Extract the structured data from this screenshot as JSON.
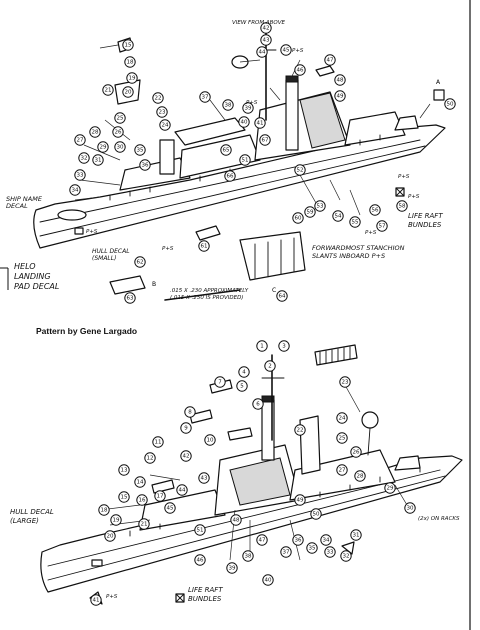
{
  "top_labels": {
    "view_from_above": "VIEW FROM ABOVE",
    "ps_near_view": "P+S",
    "ps_near_mast": "P+S",
    "ship_name_decal": "SHIP NAME DECAL",
    "hull_decal_small": "HULL DECAL (SMALL)",
    "helo_pad_decal": "HELO LANDING PAD DECAL",
    "ps_stern": "P+S",
    "ps_boat": "P+S",
    "strip_dims": ".015 X .230 APPROXIMATELY (.015 X .250 IS PROVIDED)",
    "stanchion_note": "FORWARDMOST STANCHION SLANTS INBOARD P+S",
    "life_raft_bundles": "LIFE RAFT BUNDLES",
    "ps_right_1": "P+S",
    "ps_right_2": "P+S",
    "ps_right_3": "P+S",
    "letter_a": "A",
    "letter_b": "B",
    "letter_c": "C"
  },
  "caption": "Pattern by Gene Largado",
  "bottom_labels": {
    "hull_decal_large": "HULL DECAL (LARGE)",
    "ps_bottom": "P+S",
    "life_raft_bundles": "LIFE RAFT BUNDLES",
    "on_racks": "(2x) ON RACKS"
  },
  "top_callouts": [
    "15",
    "18",
    "19",
    "20",
    "21",
    "22",
    "23",
    "24",
    "25",
    "26",
    "27",
    "28",
    "29",
    "30",
    "31",
    "32",
    "33",
    "34",
    "35",
    "36",
    "37",
    "38",
    "39",
    "40",
    "41",
    "42",
    "43",
    "44",
    "45",
    "46",
    "47",
    "48",
    "49",
    "50",
    "51",
    "52",
    "53",
    "54",
    "55",
    "56",
    "57",
    "58",
    "59",
    "60",
    "61",
    "62",
    "63",
    "64",
    "65",
    "66",
    "67"
  ],
  "bottom_callouts": [
    "1",
    "2",
    "3",
    "4",
    "5",
    "6",
    "7",
    "8",
    "9",
    "10",
    "11",
    "12",
    "13",
    "14",
    "15",
    "16",
    "17",
    "18",
    "19",
    "20",
    "21",
    "22",
    "23",
    "24",
    "25",
    "26",
    "27",
    "28",
    "29",
    "30",
    "31",
    "32",
    "33",
    "34",
    "35",
    "36",
    "37",
    "38",
    "39",
    "40",
    "41",
    "42",
    "43",
    "44",
    "45",
    "46",
    "47",
    "48",
    "49",
    "50",
    "51"
  ]
}
